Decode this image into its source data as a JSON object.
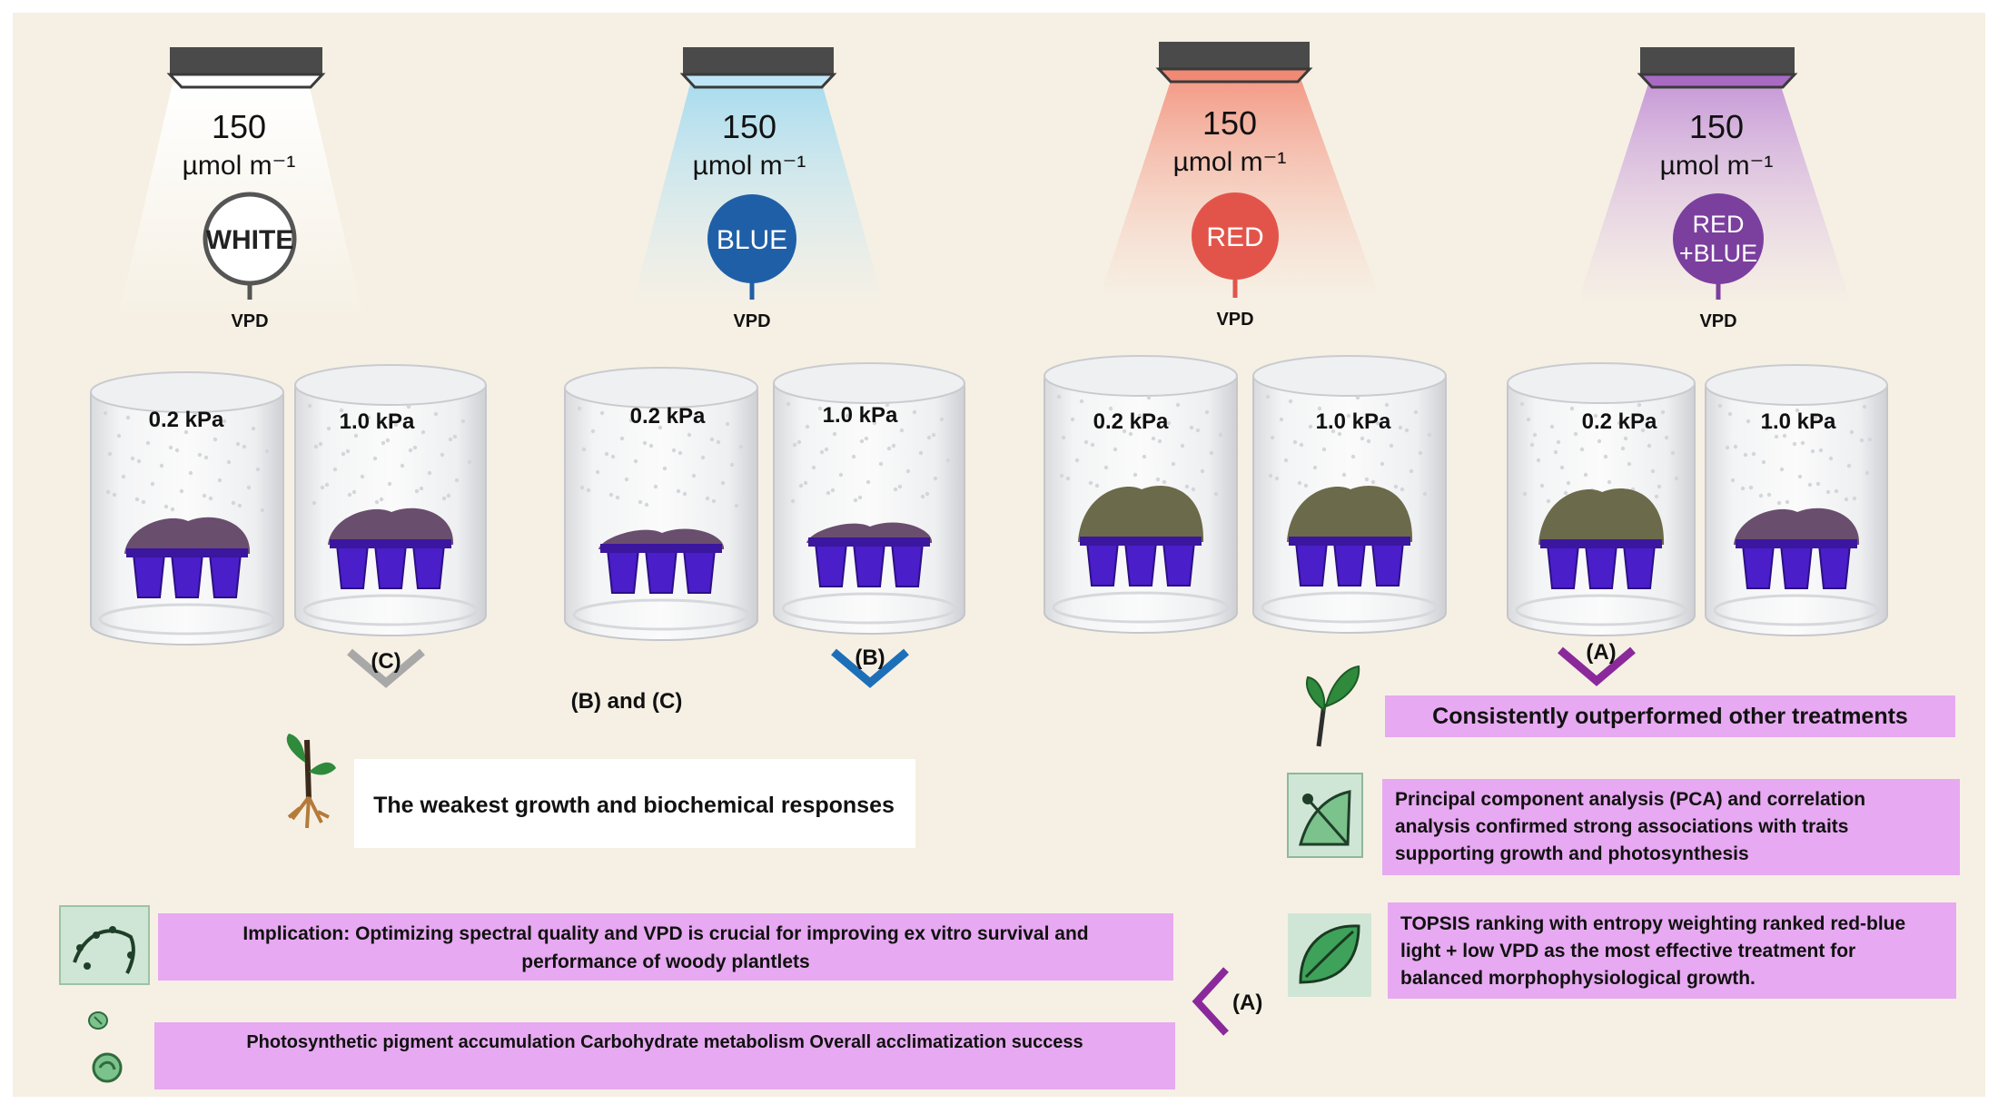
{
  "treatments": [
    {
      "intensity": "150",
      "unit": "µmol m⁻¹",
      "name": "WHITE",
      "vpd": "VPD",
      "c1": "0.2 kPa",
      "c2": "1.0 kPa",
      "color": "#ffffff",
      "ring": "#555555",
      "text_color": "#222222"
    },
    {
      "intensity": "150",
      "unit": "µmol m⁻¹",
      "name": "BLUE",
      "vpd": "VPD",
      "c1": "0.2 kPa",
      "c2": "1.0 kPa",
      "color": "#1f5fa8",
      "ring": "#1f5fa8",
      "text_color": "#ffffff"
    },
    {
      "intensity": "150",
      "unit": "µmol m⁻¹",
      "name": "RED",
      "vpd": "VPD",
      "c1": "0.2 kPa",
      "c2": "1.0 kPa",
      "color": "#e2544a",
      "ring": "#e2544a",
      "text_color": "#ffffff"
    },
    {
      "intensity": "150",
      "unit": "µmol m⁻¹",
      "name_line1": "RED",
      "name_line2": "+BLUE",
      "vpd": "VPD",
      "c1": "0.2 kPa",
      "c2": "1.0 kPa",
      "color": "#7b3f9e",
      "ring": "#7b3f9e",
      "text_color": "#ffffff"
    }
  ],
  "markers": {
    "c": "(C)",
    "b": "(B)",
    "a": "(A)",
    "bc": "(B) and (C)",
    "a_left": "(A)"
  },
  "boxes": {
    "weakest": "The weakest growth and biochemical responses",
    "outperformed": "Consistently outperformed other treatments",
    "pca": [
      "Principal component analysis (PCA) and correlation",
      "analysis confirmed strong associations with traits",
      "supporting growth and photosynthesis"
    ],
    "topsis": [
      "TOPSIS ranking with entropy weighting ranked  red-blue",
      "light + low VPD as the most effective treatment for",
      "balanced morphophysiological  growth."
    ],
    "implication": [
      "Implication:  Optimizing spectral quality and VPD is crucial for improving ex vitro survival and",
      "performance of woody plantlets"
    ],
    "pigment": "Photosynthetic pigment accumulation Carbohydrate metabolism Overall acclimatization success"
  },
  "colors": {
    "background": "#f6f0e4",
    "box_purple": "#e7a9f1",
    "grey_chevron": "#a8a8a8",
    "blue_chevron": "#1d6fb8",
    "purple_chevron": "#8a2a9a"
  }
}
